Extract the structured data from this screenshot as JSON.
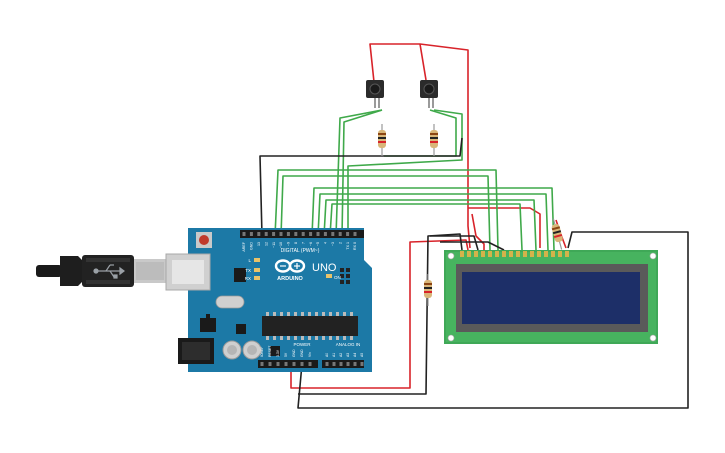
{
  "board": {
    "brand": "ARDUINO",
    "model": "UNO",
    "digital_header": "DIGITAL (PWM~)",
    "power_header": "POWER",
    "analog_header": "ANALOG IN",
    "tx_label": "TX",
    "rx_label": "RX",
    "l_label": "L",
    "on_label": "ON",
    "top_pins": [
      "AREF",
      "GND",
      "13",
      "12",
      "~11",
      "~10",
      "~9",
      "8",
      "7",
      "~6",
      "~5",
      "4",
      "~3",
      "2",
      "TX 1",
      "RX 0"
    ],
    "power_pins": [
      "IOREF",
      "RESET",
      "3.3V",
      "5V",
      "GND",
      "GND",
      "Vin"
    ],
    "analog_pins": [
      "A0",
      "A1",
      "A2",
      "A3",
      "A4",
      "A5"
    ]
  },
  "colors": {
    "board": "#1c79a6",
    "wire_red": "#d8232a",
    "wire_green": "#3fa94a",
    "wire_black": "#222222",
    "lcd_pcb": "#3fa857",
    "lcd_screen": "#1d2f68"
  }
}
